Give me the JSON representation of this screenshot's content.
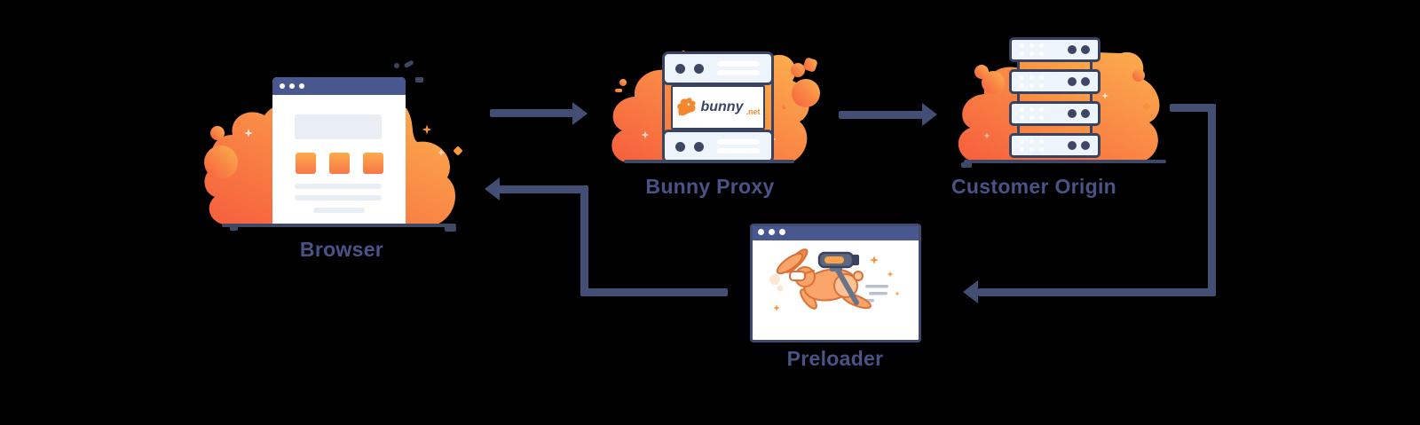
{
  "diagram": {
    "background": "#000000",
    "nodes": {
      "browser": {
        "label": "Browser",
        "icon": "browser-window-illustration"
      },
      "bunny_proxy": {
        "label": "Bunny Proxy",
        "icon": "proxy-server-illustration"
      },
      "customer_origin": {
        "label": "Customer Origin",
        "icon": "origin-server-stack-illustration"
      },
      "preloader": {
        "label": "Preloader",
        "icon": "running-bunny-preloader-illustration"
      }
    },
    "logo": {
      "brand": "bunny",
      "tld": ".net"
    },
    "flow": [
      {
        "from": "Browser",
        "to": "Bunny Proxy"
      },
      {
        "from": "Bunny Proxy",
        "to": "Customer Origin"
      },
      {
        "from": "Customer Origin",
        "to": "Preloader"
      },
      {
        "from": "Preloader",
        "to": "Browser"
      }
    ],
    "colors": {
      "arrow_navy": "#434e74",
      "outline_navy": "#39435f",
      "label_navy": "#4a5388",
      "window_header_blue": "#48588e",
      "orange_deep": "#f65e3d",
      "orange_light": "#fcb14e",
      "panel_light_blue": "#eef4fc",
      "content_gray": "#e9edf4",
      "white": "#ffffff"
    }
  }
}
